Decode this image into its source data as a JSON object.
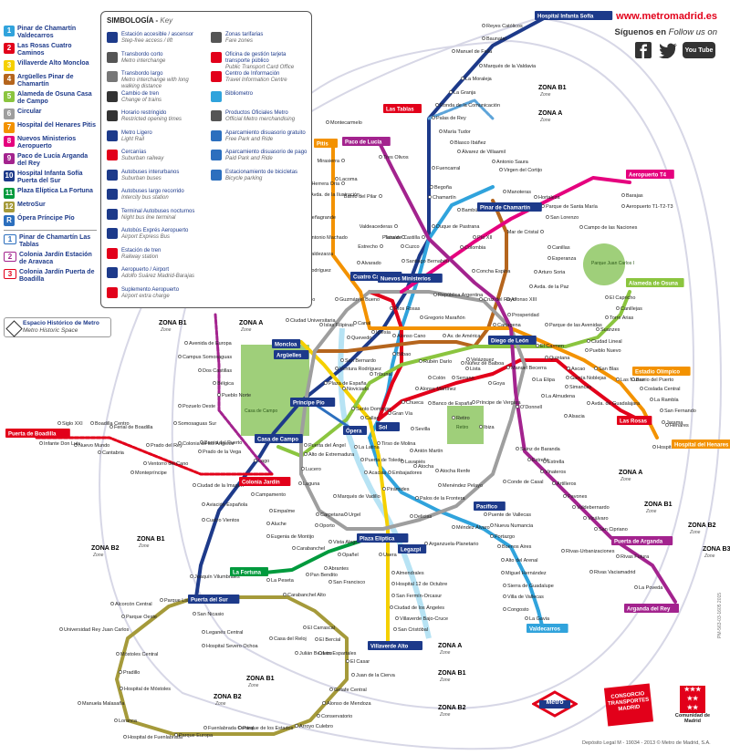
{
  "header": {
    "website": "www.metromadrid.es",
    "follow_es": "Síguenos en",
    "follow_en": "Follow us on",
    "youtube_label": "You Tube"
  },
  "legend": {
    "lines": [
      {
        "num": "1",
        "color": "#30a3dc",
        "text": "Pinar de Chamartín Valdecarros"
      },
      {
        "num": "2",
        "color": "#e2001a",
        "text": "Las Rosas Cuatro Caminos"
      },
      {
        "num": "3",
        "color": "#f5d000",
        "text": "Villaverde Alto Moncloa"
      },
      {
        "num": "4",
        "color": "#b5651d",
        "text": "Argüelles Pinar de Chamartín"
      },
      {
        "num": "5",
        "color": "#8bc53f",
        "text": "Alameda de Osuna Casa de Campo"
      },
      {
        "num": "6",
        "color": "#9e9e9e",
        "text": "Circular"
      },
      {
        "num": "7",
        "color": "#f39200",
        "text": "Hospital del Henares Pitis"
      },
      {
        "num": "8",
        "color": "#e5007e",
        "text": "Nuevos Ministerios Aeropuerto"
      },
      {
        "num": "9",
        "color": "#a3238e",
        "text": "Paco de Lucía Arganda del Rey"
      },
      {
        "num": "10",
        "color": "#1d3a8a",
        "text": "Hospital Infanta Sofía Puerta del Sur"
      },
      {
        "num": "11",
        "color": "#009a3d",
        "text": "Plaza Elíptica La Fortuna"
      },
      {
        "num": "12",
        "color": "#a59a3a",
        "text": "MetroSur"
      },
      {
        "num": "R",
        "color": "#2c6fbe",
        "text": "Ópera Príncipe Pío"
      }
    ],
    "ml": [
      {
        "num": "1",
        "color": "#2c6fbe",
        "text": "Pinar de Chamartín Las Tablas"
      },
      {
        "num": "2",
        "color": "#a3238e",
        "text": "Colonia Jardín Estación de Aravaca"
      },
      {
        "num": "3",
        "color": "#e2001a",
        "text": "Colonia Jardín Puerta de Boadilla"
      }
    ],
    "historic_es": "Espacio Histórico de Metro",
    "historic_en": "Metro Historic Space"
  },
  "key": {
    "title": "SIMBOLOGÍA",
    "title_en": "Key",
    "items": [
      {
        "icon": "accessible-icon",
        "es": "Estación accesible / ascensor",
        "en": "Step-free access / lift"
      },
      {
        "icon": "interchange-icon",
        "es": "Transbordo corto",
        "en": "Metro interchange"
      },
      {
        "icon": "long-walk-icon",
        "es": "Transbordo largo",
        "en": "Metro interchange with long walking distance"
      },
      {
        "icon": "change-icon",
        "es": "Cambio de tren",
        "en": "Change of trains"
      },
      {
        "icon": "clock-icon",
        "es": "Horario restringido",
        "en": "Restricted opening times"
      },
      {
        "icon": "light-rail-icon",
        "es": "Metro Ligero",
        "en": "Light Rail"
      },
      {
        "icon": "suburban-icon",
        "es": "Cercanías",
        "en": "Suburban railway"
      },
      {
        "icon": "bus-icon",
        "es": "Autobuses interurbanos",
        "en": "Suburban buses"
      },
      {
        "icon": "long-bus-icon",
        "es": "Autobuses largo recorrido",
        "en": "Intercity bus station"
      },
      {
        "icon": "night-bus-icon",
        "es": "Terminal Autobuses nocturnos",
        "en": "Night bus line terminal"
      },
      {
        "icon": "airport-bus-icon",
        "es": "Autobús Exprés Aeropuerto",
        "en": "Airport Express Bus"
      },
      {
        "icon": "train-icon",
        "es": "Estación de tren",
        "en": "Railway station"
      },
      {
        "icon": "airport-icon",
        "es": "Aeropuerto / Airport",
        "en": "Adolfo Suárez Madrid-Barajas"
      },
      {
        "icon": "surcharge-icon",
        "es": "Suplemento Aeropuerto",
        "en": "Airport extra charge"
      },
      {
        "icon": "zones-icon",
        "es": "Zonas tarifarias",
        "en": "Fare zones"
      },
      {
        "icon": "office-icon",
        "es": "Oficina de gestión tarjeta transporte público",
        "en": "Public Transport Card Office"
      },
      {
        "icon": "info-icon",
        "es": "Centro de Información",
        "en": "Travel Information Centre"
      },
      {
        "icon": "bibliometro-icon",
        "es": "Bibliometro",
        "en": ""
      },
      {
        "icon": "shop-icon",
        "es": "Productos Oficiales Metro",
        "en": "Official Metro merchandising"
      },
      {
        "icon": "parking-free-icon",
        "es": "Aparcamiento disuasorio gratuito",
        "en": "Free Park and Ride"
      },
      {
        "icon": "parking-paid-icon",
        "es": "Aparcamiento disuasorio de pago",
        "en": "Paid Park and Ride"
      },
      {
        "icon": "bike-icon",
        "es": "Estacionamiento de bicicletas",
        "en": "Bicycle parking"
      }
    ]
  },
  "zones": {
    "a": "ZONA A",
    "b1": "ZONA B1",
    "b2": "ZONA B2",
    "b3": "ZONA B3",
    "zone": "Zone"
  },
  "parks": {
    "retiro": "Retiro",
    "casa_campo": "Casa de Campo",
    "juan_carlos": "Parque Juan Carlos I"
  },
  "terminals": {
    "infanta_sofia": "Hospital Infanta Sofía",
    "las_tablas": "Las Tablas",
    "paco_lucia": "Paco de Lucía",
    "pitis": "Pitis",
    "aeropuerto_t4": "Aeropuerto T4",
    "alameda_osuna": "Alameda de Osuna",
    "pinar_chamartin": "Pinar de Chamartín",
    "moncloa": "Moncloa",
    "arguelles": "Argüelles",
    "cuatro_caminos": "Cuatro Caminos",
    "nuevos_ministerios": "Nuevos Ministerios",
    "principe_pio": "Príncipe Pío",
    "opera": "Ópera",
    "casa_campo": "Casa de Campo",
    "colonia_jardin": "Colonia Jardín",
    "estacion_aravaca": "Estación de Aravaca",
    "puerta_boadilla": "Puerta de Boadilla",
    "plaza_eliptica": "Plaza Elíptica",
    "la_fortuna": "La Fortuna",
    "puerta_sur": "Puerta del Sur",
    "villaverde_alto": "Villaverde Alto",
    "valdecarros": "Valdecarros",
    "arganda": "Arganda del Rey",
    "las_rosas": "Las Rosas",
    "hospital_henares": "Hospital del Henares",
    "estadio_olimpico": "Estadio Olímpico",
    "puerta_arganda": "Puerta de Arganda",
    "pacifico": "Pacífico",
    "legazpi": "Legazpi",
    "diego_leon": "Diego de León",
    "sol": "Sol"
  },
  "stations": {
    "reyes_catolicos": "Reyes Católicos",
    "baunatal": "Baunatal",
    "manuel_falla": "Manuel de Falla",
    "marques_valdavia": "Marqués de la Valdavia",
    "la_moraleja": "La Moraleja",
    "la_granja": "La Granja",
    "ronda_comunicacion": "Ronda de la Comunicación",
    "montecarmelo": "Montecarmelo",
    "palas_rey": "Palas de Rey",
    "maria_tudor": "María Tudor",
    "blasco_ibanez": "Blasco Ibáñez",
    "alvarez_villaamil": "Álvarez de Villaamil",
    "antonio_saura": "Antonio Saura",
    "virgen_cortijo": "Virgen del Cortijo",
    "manoteras": "Manoteras",
    "tres_olivos": "Tres Olivos",
    "fuencarral": "Fuencarral",
    "mirasierra": "Mirasierra",
    "herrera_oria": "Herrera Oria",
    "barrio_pilar": "Barrio del Pilar",
    "lacoma": "Lacoma",
    "avda_ilustracion": "Avda. de la Ilustración",
    "penagrande": "Peñagrande",
    "antonio_machado": "Antonio Machado",
    "valdezarza": "Valdezarza",
    "francos_rodriguez": "Francos Rodríguez",
    "begona": "Begoña",
    "chamartin": "Chamartín",
    "duque_pastrana": "Duque de Pastrana",
    "plaza_castilla": "Plaza de Castilla",
    "valdeacederas": "Valdeacederas",
    "tetuan": "Tetuán",
    "estrecho": "Estrecho",
    "alvarado": "Alvarado",
    "cuzco": "Cuzco",
    "santiago_bernabeu": "Santiago Bernabéu",
    "colombia": "Colombia",
    "pio_xii": "Pío XII",
    "bambu": "Bambú",
    "hortaleza": "Hortaleza",
    "parque_santa_maria": "Parque de Santa María",
    "san_lorenzo": "San Lorenzo",
    "mar_cristal": "Mar de Cristal",
    "campo_naciones": "Campo de las Naciones",
    "canillas": "Canillas",
    "esperanza": "Esperanza",
    "arturo_soria": "Arturo Soria",
    "avda_paz": "Avda. de la Paz",
    "alfonso_xiii": "Alfonso XIII",
    "prosperidad": "Prosperidad",
    "cruz_rayo": "Cruz del Rayo",
    "concha_espina": "Concha Espina",
    "republica_argentina": "República Argentina",
    "barajas": "Barajas",
    "aeropuerto_123": "Aeropuerto T1-T2-T3",
    "el_capricho": "El Capricho",
    "canillejas": "Canillejas",
    "torre_arias": "Torre Arias",
    "suanzes": "Suanzes",
    "ciudad_lineal": "Ciudad Lineal",
    "pueblo_nuevo": "Pueblo Nuevo",
    "quintana": "Quintana",
    "el_carmen": "El Carmen",
    "ventas": "Ventas",
    "parque_avenidas": "Parque de las Avenidas",
    "cartagena": "Cartagena",
    "avda_america": "Av. de América",
    "gregorio_maranon": "Gregorio Marañón",
    "metropolitano": "Metropolitano",
    "ciudad_universitaria": "Ciudad Universitaria",
    "guzman_bueno": "Guzmán el Bueno",
    "islas_filipinas": "Islas Filipinas",
    "rios_rosas": "Ríos Rosas",
    "canal": "Canal",
    "iglesia": "Iglesia",
    "alonso_cano": "Alonso Cano",
    "quevedo": "Quevedo",
    "bilbao": "Bilbao",
    "nunez_balboa": "Núñez de Balboa",
    "lista": "Lista",
    "manuel_becerra": "Manuel Becerra",
    "goya": "Goya",
    "ruben_dario": "Rubén Darío",
    "colon": "Colón",
    "serrano": "Serrano",
    "velazquez": "Velázquez",
    "san_bernardo": "San Bernardo",
    "ventura_rodriguez": "Ventura Rodríguez",
    "plaza_espana": "Plaza de España",
    "noviciado": "Noviciado",
    "tribunal": "Tribunal",
    "alonso_martinez": "Alonso Martínez",
    "chueca": "Chueca",
    "gran_via": "Gran Vía",
    "banco_espana": "Banco de España",
    "retiro_st": "Retiro",
    "principe_vergara": "Príncipe de Vergara",
    "ibiza": "Ibiza",
    "o_donnell": "O'Donnell",
    "sainz_baranda": "Sainz de Baranda",
    "estrella": "Estrella",
    "vinateros": "Vinateros",
    "artilleros": "Artilleros",
    "pavones": "Pavones",
    "valdebernardo": "Valdebernardo",
    "vicalvaro": "Vicálvaro",
    "san_cipriano": "San Cipriano",
    "rivas_urb": "Rivas-Urbanizaciones",
    "rivas_futura": "Rivas Futura",
    "rivas_vaciamadrid": "Rivas Vaciamadrid",
    "la_poveda": "La Poveda",
    "conde_casal": "Conde de Casal",
    "puente_vallecas": "Puente de Vallecas",
    "nueva_numancia": "Nueva Numancia",
    "portazgo": "Portazgo",
    "buenos_aires": "Buenos Aires",
    "alto_arenal": "Alto del Arenal",
    "miguel_hernandez": "Miguel Hernández",
    "sierra_guadalupe": "Sierra de Guadalupe",
    "villa_vallecas": "Villa de Vallecas",
    "congosto": "Congosto",
    "la_gavia": "La Gavia",
    "las_suertes": "Las Suertes",
    "estrella_arroyo": "Estrella",
    "sevilla": "Sevilla",
    "callao": "Callao",
    "santo_domingo": "Santo Domingo",
    "tirso_molina": "Tirso de Molina",
    "anton_martin": "Antón Martín",
    "atocha": "Atocha",
    "atocha_renfe": "Atocha Renfe",
    "menendez_pelayo": "Menéndez Pelayo",
    "palos_frontera": "Palos de la Frontera",
    "delicias": "Delicias",
    "mendez_alvaro": "Méndez Álvaro",
    "arganzuela": "Arganzuela-Planetario",
    "embajadores": "Embajadores",
    "lavapies": "Lavapiés",
    "la_latina": "La Latina",
    "puerta_toledo": "Puerta de Toledo",
    "acacias": "Acacias",
    "piramides": "Pirámides",
    "marques_vadillo": "Marqués de Vadillo",
    "urgel": "Urgel",
    "oporto": "Oporto",
    "vista_alegre": "Vista Alegre",
    "carabanchel": "Carabanchel",
    "eugenia_montijo": "Eugenia de Montijo",
    "aluche": "Aluche",
    "empalme": "Empalme",
    "campamento": "Campamento",
    "puerta_angel": "Puerta del Ángel",
    "alto_extremadura": "Alto de Extremadura",
    "lucero": "Lucero",
    "laguna": "Laguna",
    "carpetana": "Carpetana",
    "opanel": "Opañel",
    "usera": "Usera",
    "abrantes": "Abrantes",
    "pan_bendito": "Pan Bendito",
    "san_francisco": "San Francisco",
    "carabanchel_alto": "Carabanchel Alto",
    "la_peseta": "La Peseta",
    "almendrales": "Almendrales",
    "hospital_12": "Hospital 12 de Octubre",
    "san_fermin": "San Fermín-Orcasur",
    "ciudad_angeles": "Ciudad de los Ángeles",
    "villaverde_bajo": "Villaverde Bajo-Cruce",
    "san_cristobal": "San Cristóbal",
    "joaquin_vilumbrales": "Joaquín Vilumbrales",
    "cuatro_vientos": "Cuatro Vientos",
    "aviacion_espanola": "Aviación Española",
    "ciudad_imagen": "Ciudad de la Imagen",
    "colonia_jardin_st": "Colonia Jardín",
    "bamu": "Batán",
    "lago": "Lago",
    "pirineo": "Pueblo Norte",
    "somosaguas": "Somosaguas Sur",
    "campus_somosaguas": "Campus Somosaguas",
    "dos_castillas": "Dos Castillas",
    "belgica": "Bélgica",
    "avenida_europa": "Avenida de Europa",
    "barrio_puerto": "Barrio del Puerto",
    "pozuelo_oeste": "Pozuelo Oeste",
    "prado_rey": "Prado del Rey",
    "colonia_bendicion": "Colonia de los Ángeles",
    "prado_espino": "Prado de la Vega",
    "ventorro_cano": "Ventorro del Cano",
    "montepríncipe": "Montepríncipe",
    "cantabria": "Cantabria",
    "ferial_boadilla": "Ferial de Boadilla",
    "boadilla_centro": "Boadilla Centro",
    "nuevo_mundo": "Nuevo Mundo",
    "siglo_xxi": "Siglo XXI",
    "infante_don_luis": "Infante Don Luis",
    "san_nicasio": "San Nicasio",
    "leganes_central": "Leganés Central",
    "hospital_severo": "Hospital Severo Ochoa",
    "casa_reloj": "Casa del Reloj",
    "julian_besteiro": "Julián Besteiro",
    "el_carrascal": "El Carrascal",
    "universidad_rey_juan_carlos": "Universidad Rey Juan Carlos",
    "parque_oeste": "Parque Oeste",
    "alcorcon_central": "Alcorcón Central",
    "parque_lisboa": "Parque Lisboa",
    "mostoles_central": "Móstoles Central",
    "pradillo": "Pradillo",
    "hospital_mostoles": "Hospital de Móstoles",
    "manuela_malasana": "Manuela Malasaña",
    "loranca": "Loranca",
    "hospital_fuenlabrada": "Hospital de Fuenlabrada",
    "parque_europa": "Parque Europa",
    "fuenlabrada_central": "Fuenlabrada Central",
    "parque_estados": "Parque de los Estados",
    "arroyo_culebro": "Arroyo Culebro",
    "conservatorio": "Conservatorio",
    "alonso_mendoza": "Alonso de Mendoza",
    "getafe_central": "Getafe Central",
    "juan_cierva": "Juan de la Cierva",
    "el_casar": "El Casar",
    "los_espartales": "Los Espartales",
    "el_bercial": "El Bercial",
    "la_almudena": "La Almudena",
    "alsacia": "Alsacia",
    "avda_guadalajara": "Avda. de Guadalajara",
    "la_elipa": "La Elipa",
    "ascao": "Ascao",
    "garcia_noblejas": "García Noblejas",
    "simancas": "Simancas",
    "san_blas": "San Blas",
    "las_musas": "Las Musas",
    "barrio_del_puerto_coslada": "Barrio del Puerto",
    "coslada_central": "Coslada Central",
    "la_rambla": "La Rambla",
    "san_fernando": "San Fernando",
    "jarama": "Jarama",
    "henares": "Henares",
    "hospital_henares_st": "Hospital del Henares"
  },
  "footer": {
    "legal": "Depósito Legal M - 19034 - 2013 © Metro de Madrid, S.A.",
    "code": "PM-563-03-1605 2015"
  },
  "brand": {
    "metro": "Metro",
    "consorcio": "CONSORCIO TRANSPORTES MADRID",
    "comunidad": "Comunidad de Madrid"
  }
}
